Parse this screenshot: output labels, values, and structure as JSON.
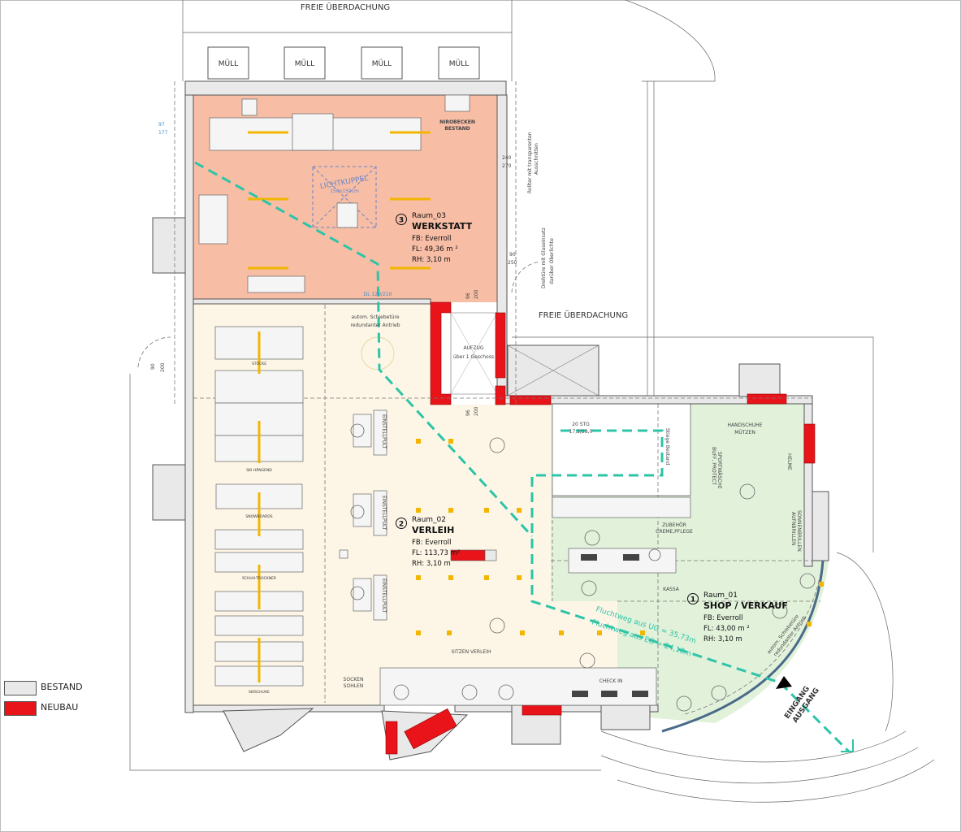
{
  "labels": {
    "freie_uberdachung_top": "FREIE ÜBERDACHUNG",
    "freie_uberdachung_right": "FREIE ÜBERDACHUNG",
    "muell": [
      "MÜLL",
      "MÜLL",
      "MÜLL",
      "MÜLL"
    ],
    "nirobecken": [
      "NIROBECKEN",
      "BESTAND"
    ],
    "lichtkuppel": [
      "LICHTKUPPEL",
      "150x150cm"
    ],
    "rollter": [
      "Rollter mit transparenten",
      "Ausschnitten"
    ],
    "drehtuer": [
      "Drehtüre mit Glaseinsatz",
      "darüber Oberlichte"
    ],
    "dl_door": "DL 120/210",
    "schiebetuer": [
      "autom. Schiebetüre",
      "redundanter Antrieb"
    ],
    "aufzug": [
      "AUFZUG",
      "über 1 Geschoss"
    ],
    "stairs": [
      "20 STG",
      "17,2/28,0"
    ],
    "stiege_bestand": "Stiege Bestand",
    "einstellpult": [
      "EINSTELLPULT",
      "EINSTELLPULT",
      "EINSTELLPULT"
    ],
    "racks": [
      "STÖCKE",
      "SKI HÄNGEND",
      "SNOWBOARDS",
      "SCHUH-TROCKNER",
      "SKISCHUHE"
    ],
    "sitzen_verleih": "SITZEN VERLEIH",
    "socken": [
      "SOCKEN",
      "SOHLEN"
    ],
    "check_in": "CHECK IN",
    "handschuhe": [
      "HANDSCHUHE",
      "MÜTZEN"
    ],
    "buff": [
      "BUFF, PROTECT",
      "SPORTWÄSCHE"
    ],
    "helme": "HELME",
    "sonnenbrillen": [
      "SONNENBRILLEN",
      "AUFNBRILLEN"
    ],
    "zubehoer": [
      "ZUBEHÖR",
      "CREME,PFLEGE"
    ],
    "kassa": "KASSA",
    "schiebetuer_shop": [
      "autom. Schiebetüre",
      "redundanter Antrieb"
    ],
    "eingang": "EINGANG",
    "ausgang": "AUSGANG",
    "fluchtweg_ug": "Fluchtweg aus UG = 35,73m",
    "fluchtweg_eg": "Fluchtweg aus EG = 24,18m",
    "dims": [
      "240",
      "270",
      "90",
      "250",
      "96",
      "200",
      "96",
      "200",
      "90",
      "200",
      "97",
      "177"
    ]
  },
  "rooms": [
    {
      "no": "3",
      "id": "Raum_03",
      "name": "WERKSTATT",
      "fb": "FB: Everroll",
      "fl": "FL: 49,36  m ²",
      "rh": "RH:  3,10  m",
      "color": "#f7bda5"
    },
    {
      "no": "2",
      "id": "Raum_02",
      "name": "VERLEIH",
      "fb": "FB: Everroll",
      "fl": "FL: 113,73 m²",
      "rh": "RH:     3,10 m",
      "color": "#fdf6e6"
    },
    {
      "no": "1",
      "id": "Raum_01",
      "name": "SHOP / VERKAUF",
      "fb": "FB: Everroll",
      "fl": "FL: 43,00  m ²",
      "rh": "RH:  3,10  m",
      "color": "#e1f1da"
    }
  ],
  "legend": [
    {
      "label": "BESTAND",
      "color": "#e9e9e9"
    },
    {
      "label": "NEUBAU",
      "color": "#e8141a"
    }
  ],
  "colors": {
    "escape_route": "#2dc4a8",
    "light": "#f2b600",
    "neubau": "#e8141a",
    "bestand": "#e9e9e9"
  }
}
